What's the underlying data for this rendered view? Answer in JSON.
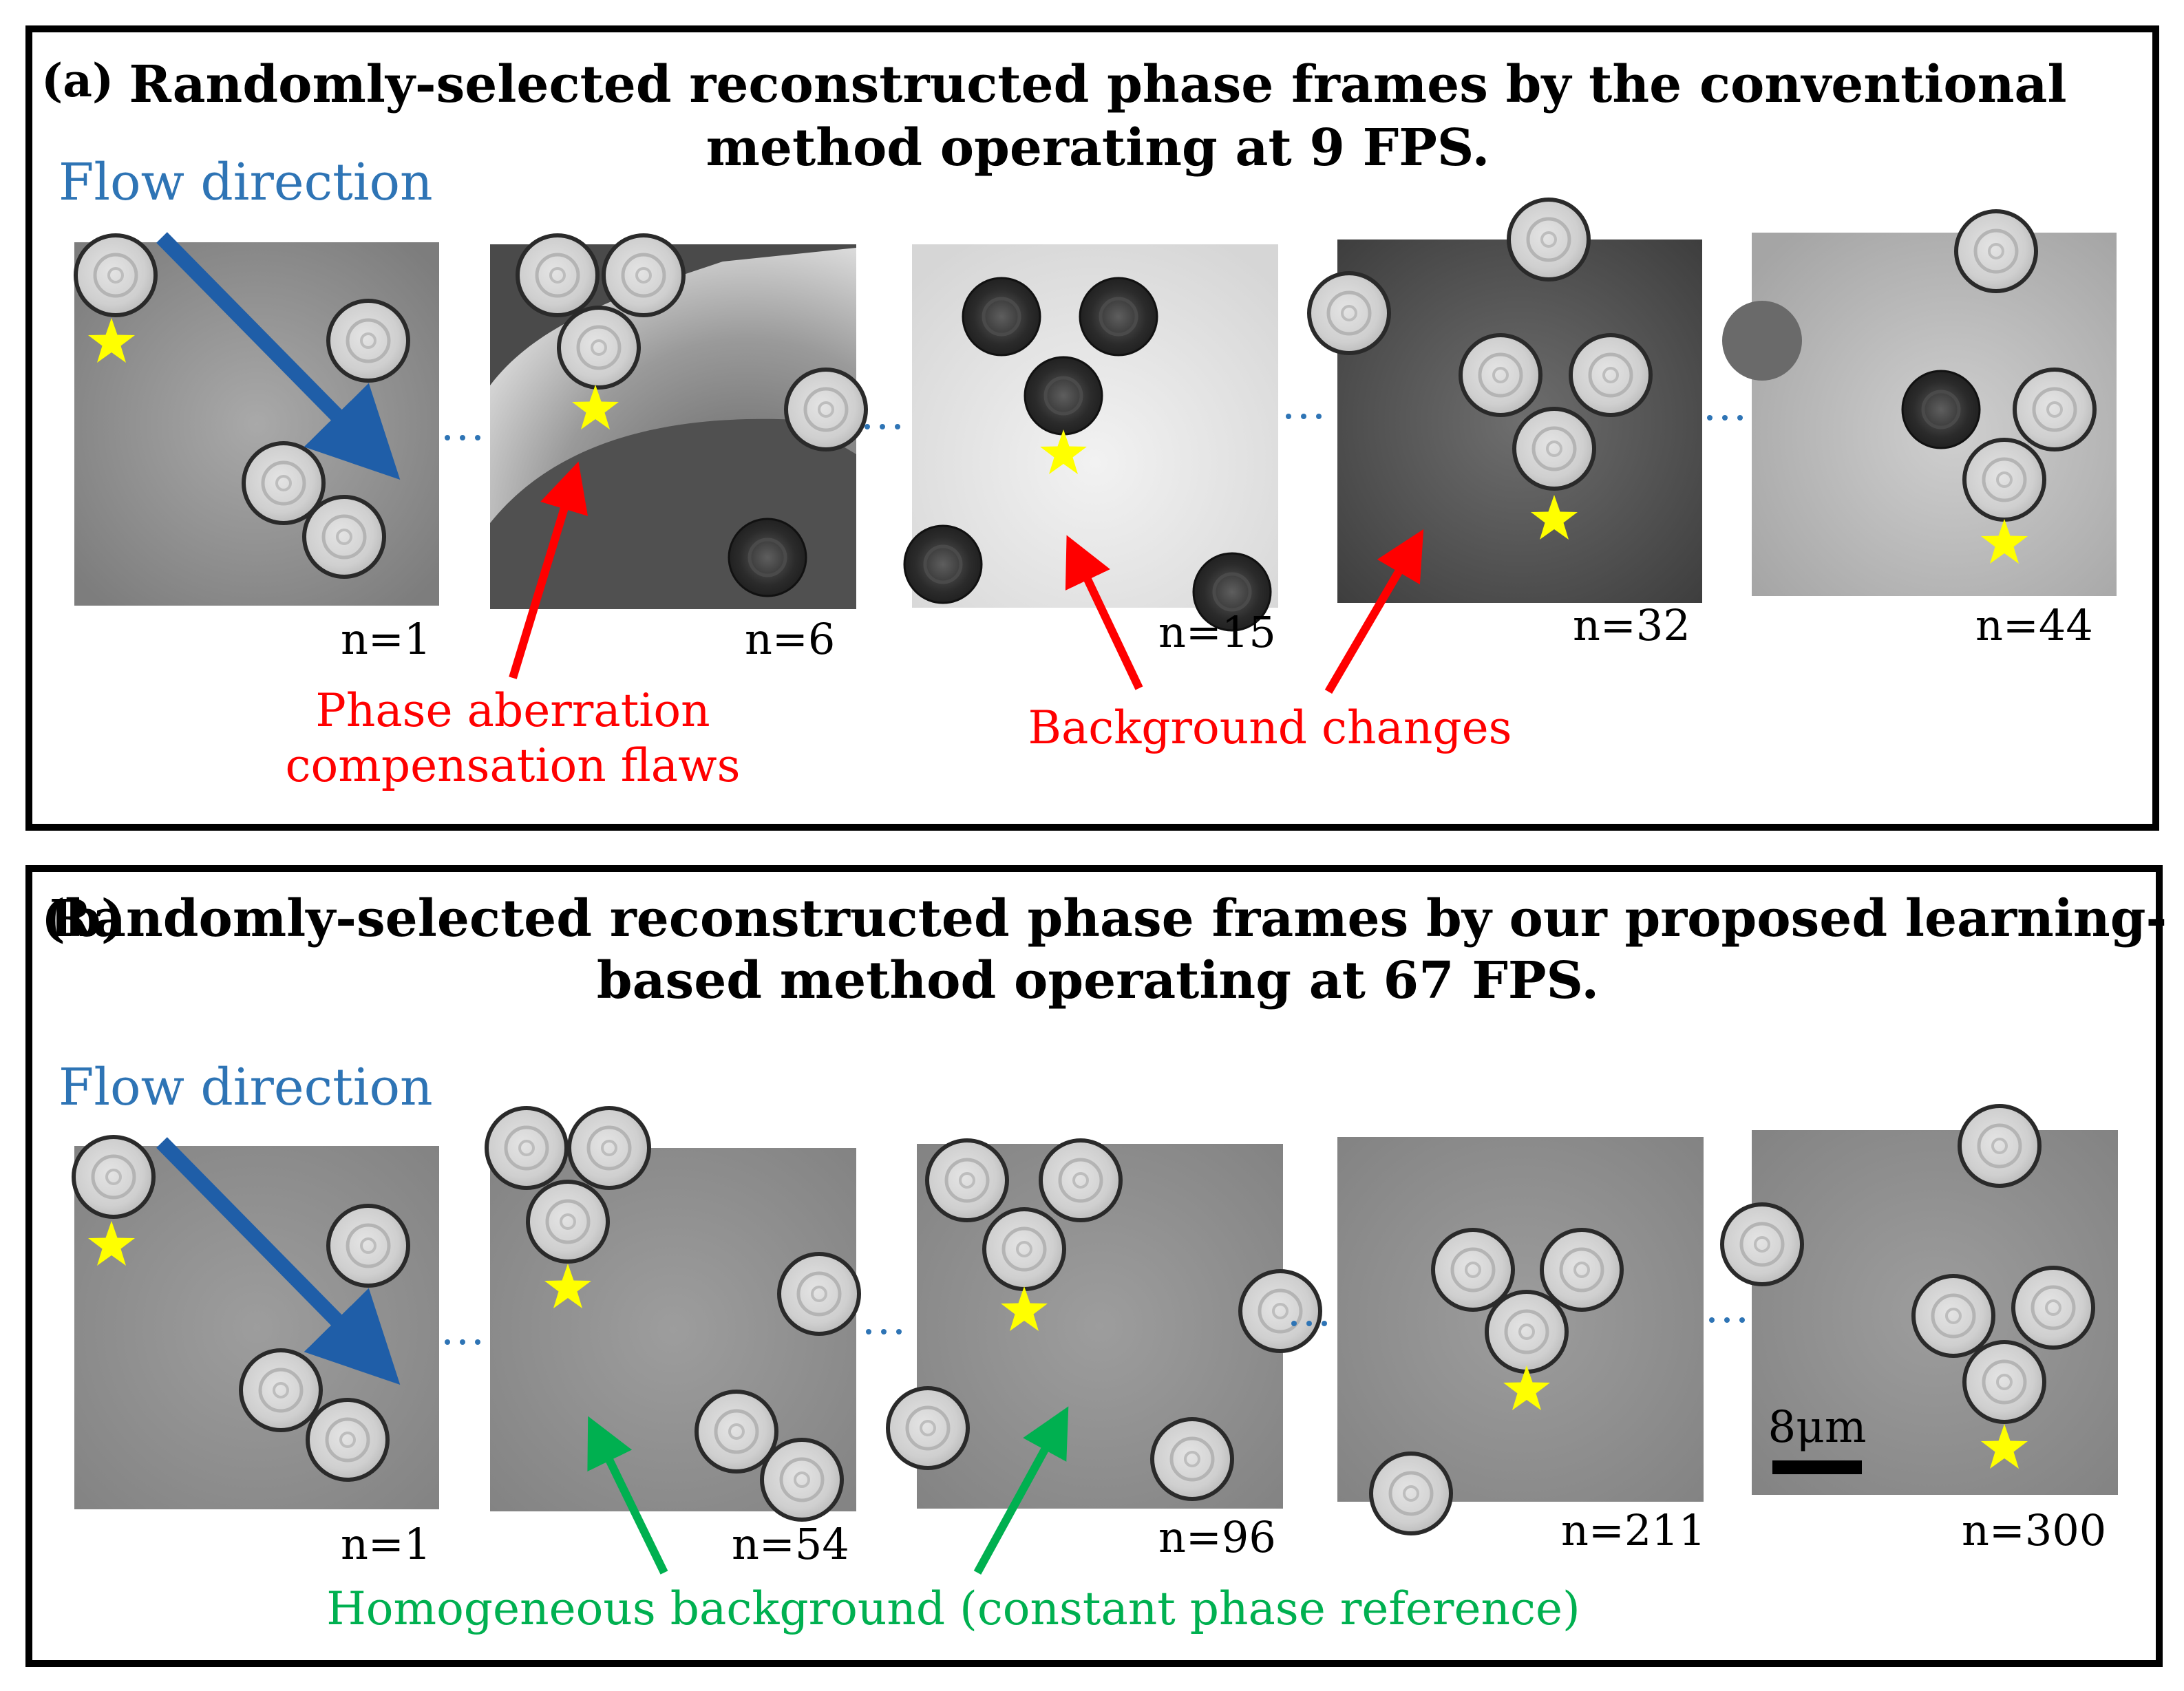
{
  "panel_a": {
    "label": "(a)",
    "title_line1": "Randomly-selected reconstructed phase frames by the conventional",
    "title_line2": "method operating at 9 FPS.",
    "flow_label": "Flow direction",
    "frame_labels": [
      "n=1",
      "n=6",
      "n=15",
      "n=32",
      "n=44"
    ],
    "annotation_aberration_line1": "Phase aberration",
    "annotation_aberration_line2": "compensation flaws",
    "annotation_background": "Background changes"
  },
  "panel_b": {
    "label": "(b)",
    "title_line1": "Randomly-selected reconstructed phase frames by our proposed learning-",
    "title_line2": "based method operating at 67 FPS.",
    "flow_label": "Flow direction",
    "frame_labels": [
      "n=1",
      "n=54",
      "n=96",
      "n=211",
      "n=300"
    ],
    "annotation_homogeneous": "Homogeneous background (constant phase reference)",
    "scale_bar_label": "8μm"
  },
  "colors": {
    "flow_text": "#2e74b5",
    "flow_arrow": "#1f5ea8",
    "red_annotation": "#ff0000",
    "green_annotation": "#00b050",
    "star": "#ffff00",
    "dots": "#2e74b5"
  }
}
